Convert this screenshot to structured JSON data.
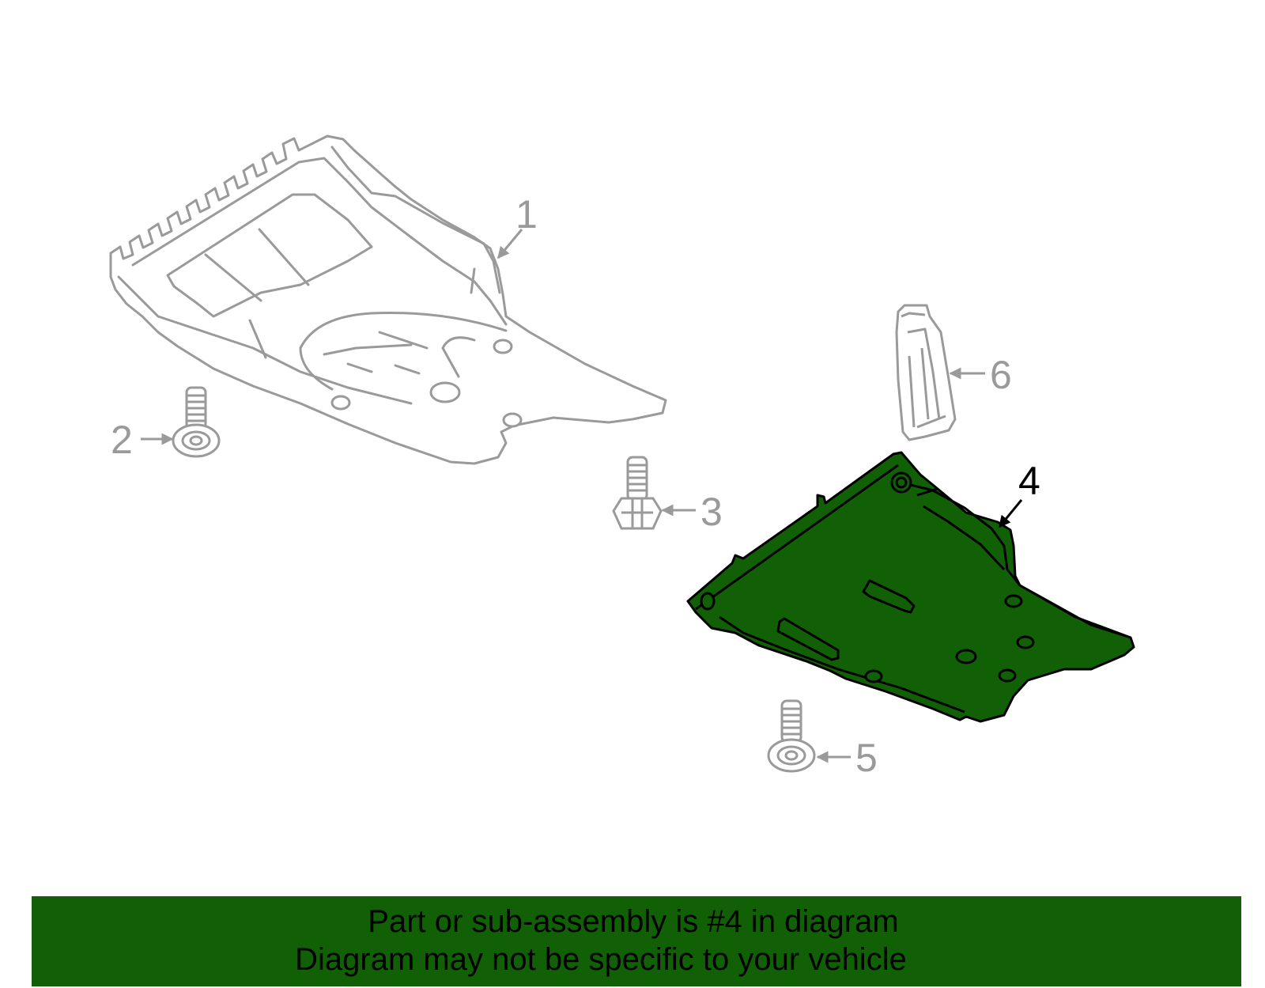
{
  "callouts": [
    {
      "number": "1"
    },
    {
      "number": "2"
    },
    {
      "number": "3"
    },
    {
      "number": "4"
    },
    {
      "number": "5"
    },
    {
      "number": "6"
    }
  ],
  "highlighted_part": "4",
  "colors": {
    "highlight_fill": "#126005",
    "outline_gray": "#9a9a9a",
    "outline_black": "#000000",
    "banner_bg": "#126005",
    "banner_text": "#000000"
  },
  "banner": {
    "line1": "Part or sub-assembly is #4 in diagram",
    "line2": "Diagram may not be specific to your vehicle"
  }
}
